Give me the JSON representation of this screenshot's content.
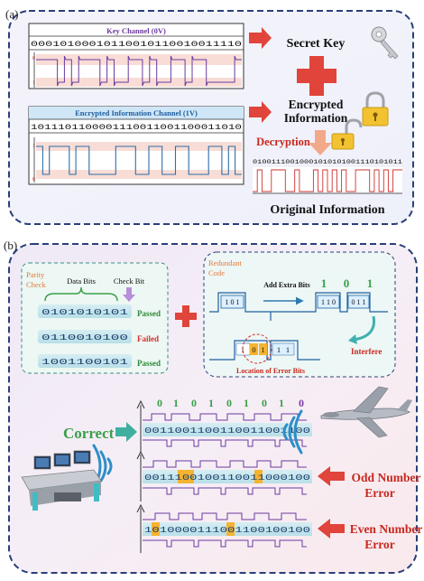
{
  "panel_a": {
    "label": "(a)",
    "key_channel": {
      "title": "Key Channel (0V)",
      "bits": "00010100010110010110010011110",
      "axis_top": "0",
      "axis_bottom": "1"
    },
    "encrypted_channel": {
      "title": "Encrypted Information Channel (1V)",
      "bits": "1011101100001110011001100011010",
      "axis_top": "1",
      "axis_bottom": "0"
    },
    "secret_key": "Secret Key",
    "encrypted_info_line1": "Encrypted",
    "encrypted_info_line2": "Information",
    "decryption": "Decryption",
    "original_bits": "01001110010001010101001110101011",
    "original_info": "Original Information"
  },
  "panel_b": {
    "label": "(b)",
    "parity": {
      "title_line1": "Parity",
      "title_line2": "Check",
      "data_bits_label": "Data Bits",
      "check_bit_label": "Check Bit",
      "rows": [
        {
          "bits": "0101010101",
          "status": "Passed",
          "color": "#2e8b3a"
        },
        {
          "bits": "0110010100",
          "status": "Failed",
          "color": "#d0312d"
        },
        {
          "bits": "1001100101",
          "status": "Passed",
          "color": "#2e8b3a"
        }
      ]
    },
    "redundant": {
      "title_line1": "Redundant",
      "title_line2": "Code",
      "add_extra_bits": "Add Extra Bits",
      "digits": [
        "1",
        "0",
        "1"
      ],
      "blocks": [
        "1 0 1",
        "1 1 0",
        "0 1 1"
      ],
      "interfere": "Interfere",
      "error_bits": [
        "1",
        "0",
        "1",
        "1",
        "1"
      ],
      "location_label": "Location of Error Bits"
    },
    "transmission": {
      "correct": "Correct",
      "top_bits": [
        "0",
        "1",
        "0",
        "1",
        "0",
        "1",
        "0",
        "1",
        "0"
      ],
      "row1": "0011001100110011001100",
      "row2": "0011100100110011000100",
      "row3": "1010000111001100100100",
      "odd_line1": "Odd Number",
      "odd_line2": "Error",
      "even_line1": "Even Number",
      "even_line2": "Error"
    }
  },
  "colors": {
    "panel_border": "#2a3f7a",
    "arrow_red": "#e0443a",
    "purple": "#6a3aa0",
    "blue_wave": "#2e6fa8",
    "green": "#3aa04a",
    "red_text": "#c8281e"
  }
}
